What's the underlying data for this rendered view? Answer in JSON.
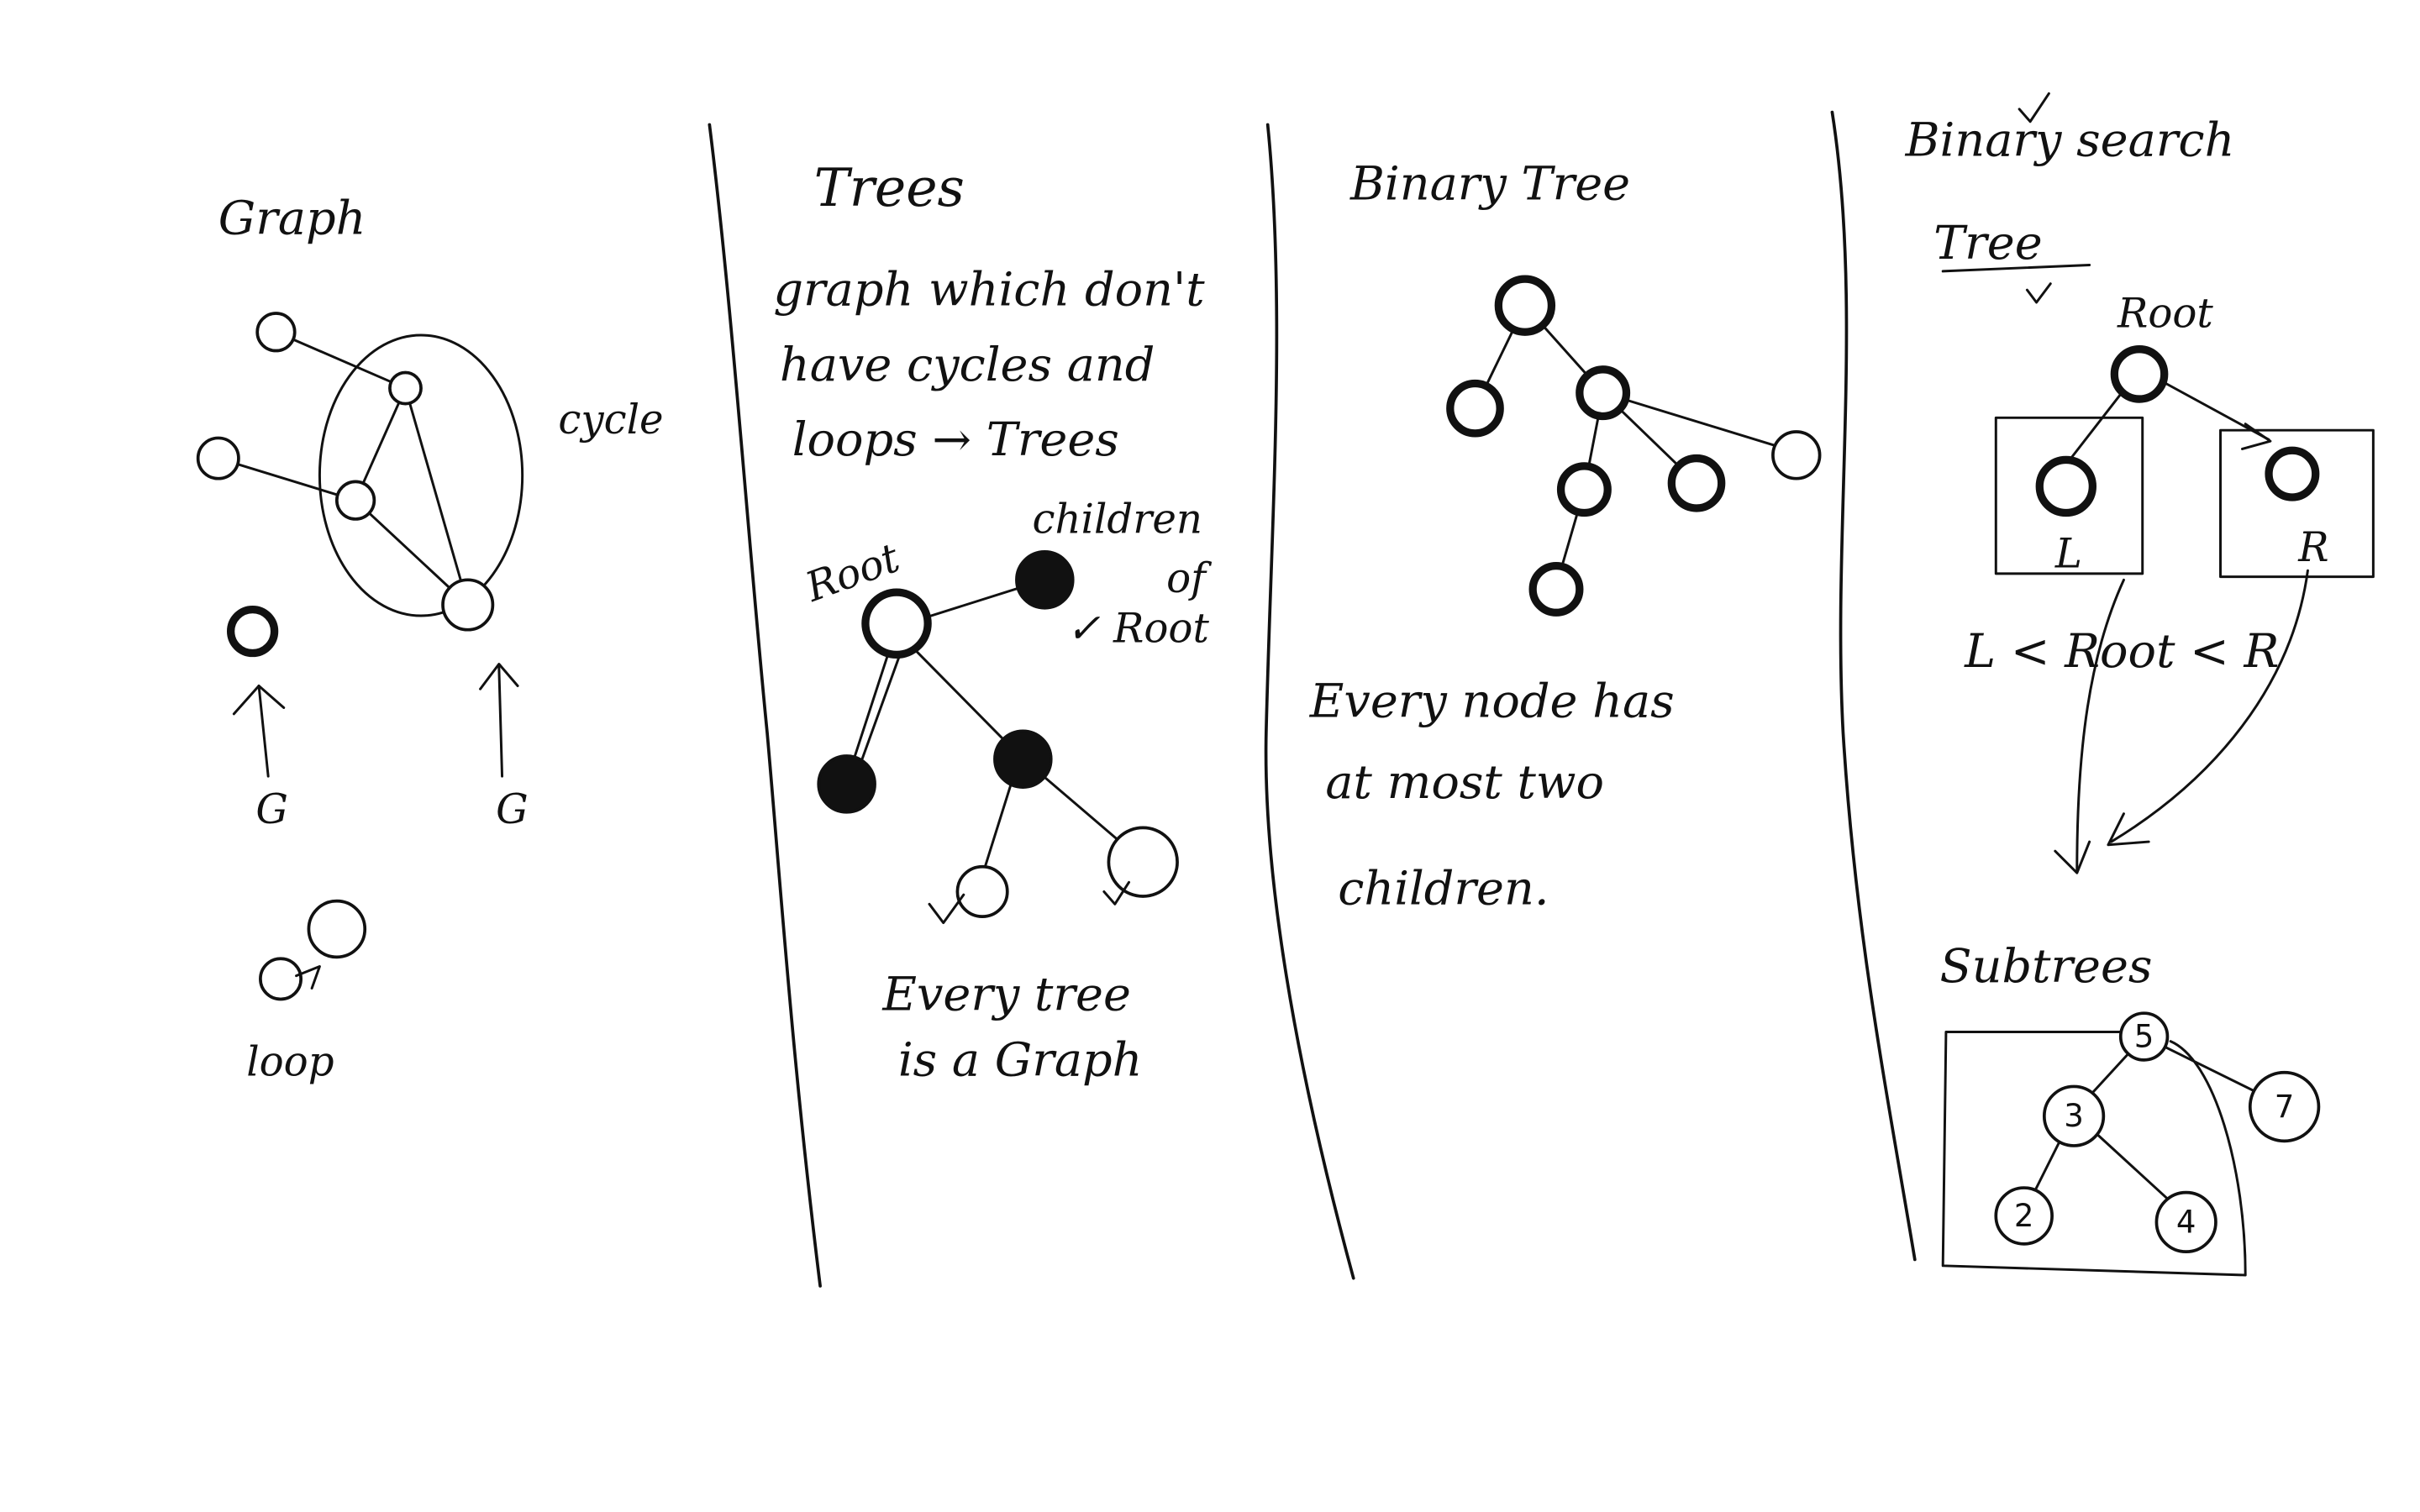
{
  "panels": {
    "graph": {
      "title": "Graph",
      "cycle_label": "cycle",
      "loop_label": "loop",
      "arrow_label_left": "G",
      "arrow_label_right": "G"
    },
    "trees": {
      "title": "Trees",
      "definition_lines": [
        "graph which don't",
        "have cycles and",
        "loops → Trees"
      ],
      "root_label": "Root",
      "children_lines": [
        "children",
        "of",
        "✓ Root"
      ],
      "footer_lines": [
        "Every tree",
        "is a Graph"
      ]
    },
    "binary_tree": {
      "title": "Binary Tree",
      "rule_lines": [
        "Every node has",
        "at most two",
        "children."
      ]
    },
    "bst": {
      "title_line1": "Binary search",
      "title_line2": "Tree",
      "root_label": "Root",
      "left_box_label": "L",
      "right_box_label": "R",
      "inequality": "L < Root < R",
      "subtrees_label": "Subtrees",
      "subtree_nodes": [
        "5",
        "3",
        "7",
        "2",
        "4"
      ]
    }
  },
  "colors": {
    "ink": "#111111",
    "background": "#ffffff"
  }
}
